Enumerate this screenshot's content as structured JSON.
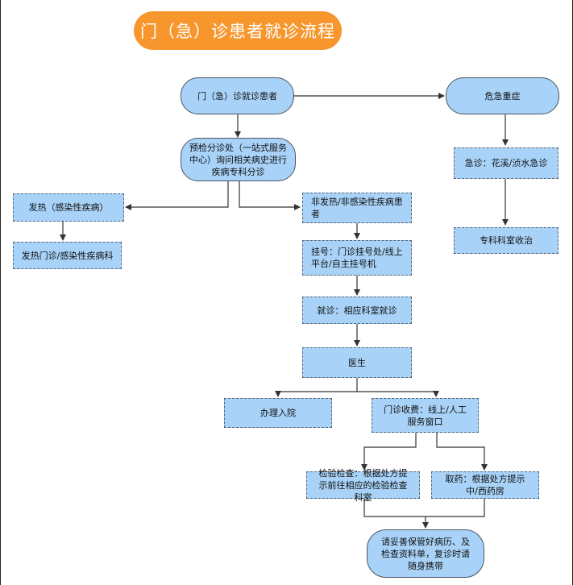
{
  "title": "门（急）诊患者就诊流程",
  "nodes": {
    "start": "门（急）诊就诊患者",
    "emergency": "危急重症",
    "triage": "预检分诊处（一站式服务中心）询问相关病史进行疾病专科分诊",
    "fever": "发热（感染性疾病）",
    "fever_clinic": "发热门诊/感染性疾病科",
    "nonfever": "非发热/非感染性疾病患者",
    "register": "挂号：门诊挂号处/线上平台/自主挂号机",
    "consult": "就诊：相应科室就诊",
    "doctor": "医生",
    "admit": "办理入院",
    "payment": "门诊收费：线上/人工服务窗口",
    "exam": "检验检查：根据处方提示前往相应的检验检查科室",
    "pharmacy": "取药：根据处方提示中/西药房",
    "keep": "请妥善保管好病历、及检查资料单，复诊时请随身携带",
    "er_clinic": "急诊：花溪/浈水急诊",
    "specialty": "专科科室收治"
  },
  "colors": {
    "title_bg": "#f7962d",
    "node_fill": "#a8d2f7",
    "line": "#333333"
  }
}
